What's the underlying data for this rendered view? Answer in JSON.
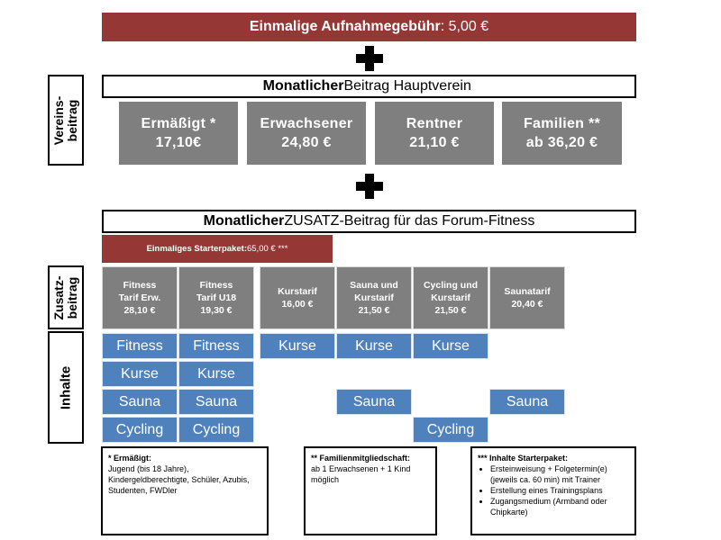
{
  "admission_fee": {
    "label": "Einmalige Aufnahmegebühr",
    "value": ": 5,00 €"
  },
  "plus_icon": "plus-icon",
  "main_club": {
    "header_bold": "Monatlicher",
    "header_rest": " Beitrag Hauptverein",
    "side_label_line1": "Vereins-",
    "side_label_line2": "beitrag",
    "tiles": [
      {
        "name": "Ermäßigt *",
        "price": "17,10€"
      },
      {
        "name": "Erwachsener",
        "price": "24,80 €"
      },
      {
        "name": "Rentner",
        "price": "21,10 €"
      },
      {
        "name": "Familien **",
        "price": "ab 36,20 €"
      }
    ]
  },
  "forum_fitness": {
    "header_bold": "Monatlicher",
    "header_rest": " ZUSATZ-Beitrag für das Forum-Fitness",
    "starter": {
      "label": "Einmaliges Starterpaket:",
      "value": " 65,00 € ***"
    },
    "side_label_line1": "Zusatz-",
    "side_label_line2": "beitrag",
    "contents_label": "Inhalte",
    "tariffs": [
      {
        "line1": "Fitness",
        "line2": "Tarif Erw.",
        "price": "28,10 €"
      },
      {
        "line1": "Fitness",
        "line2": "Tarif U18",
        "price": "19,30 €"
      },
      {
        "line1": "Kurstarif",
        "line2": "",
        "price": "16,00 €"
      },
      {
        "line1": "Sauna und",
        "line2": "Kurstarif",
        "price": "21,50 €"
      },
      {
        "line1": "Cycling und",
        "line2": "Kurstarif",
        "price": "21,50 €"
      },
      {
        "line1": "Saunatarif",
        "line2": "",
        "price": "20,40 €"
      }
    ],
    "contents": {
      "fitness": "Fitness",
      "kurse": "Kurse",
      "sauna": "Sauna",
      "cycling": "Cycling"
    }
  },
  "footnotes": [
    {
      "title": "* Ermäßigt:",
      "text": "Jugend (bis 18 Jahre), Kindergeldberechtigte, Schüler, Azubis, Studenten, FWDler"
    },
    {
      "title": "** Familienmitgliedschaft:",
      "text": "ab 1 Erwachsenen + 1 Kind möglich"
    },
    {
      "title": "*** Inhalte Starterpaket:",
      "bullets": [
        "Ersteinweisung + Folgetermin(e) (jeweils ca. 60 min) mit Trainer",
        "Erstellung eines Trainingsplans",
        "Zugangsmedium (Armband oder Chipkarte)"
      ]
    }
  ],
  "colors": {
    "red": "#953735",
    "grey": "#7f7f7f",
    "blue": "#4f81bd"
  }
}
